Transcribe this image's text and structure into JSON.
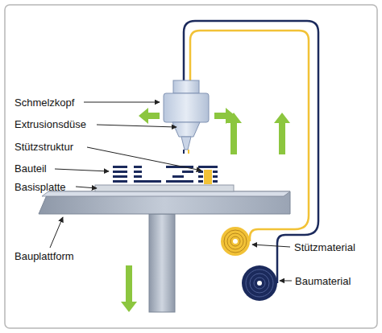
{
  "diagram": {
    "labels": [
      "Schmelzkopf",
      "Extrusionsdüse",
      "Stützstruktur",
      "Bauteil",
      "Basisplatte",
      "Bauplattform",
      "Stützmaterial",
      "Baumaterial"
    ]
  }
}
